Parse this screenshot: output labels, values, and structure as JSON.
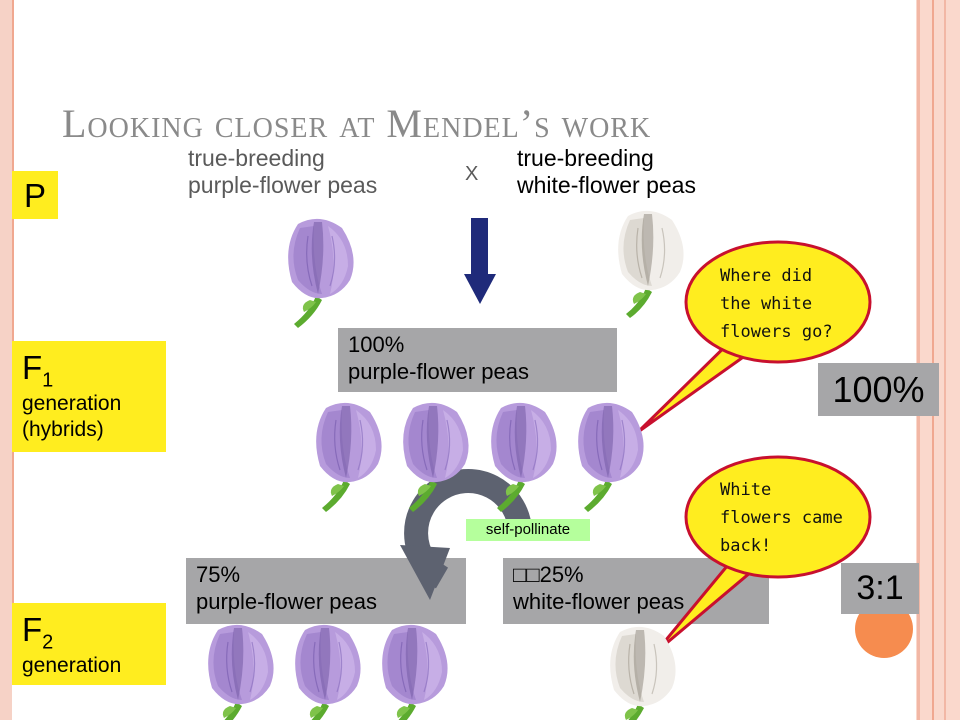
{
  "slide": {
    "title": "Looking closer at Mendel’s work"
  },
  "generations": {
    "p": {
      "symbol": "P"
    },
    "f1": {
      "symbol": "F",
      "subscript": "1",
      "line1": "generation",
      "line2": "(hybrids)"
    },
    "f2": {
      "symbol": "F",
      "subscript": "2",
      "line1": "generation"
    }
  },
  "cross": {
    "left_line1": "true-breeding",
    "left_line2": "purple-flower peas",
    "x_mark": "X",
    "right_line1": "true-breeding",
    "right_line2": "white-flower peas"
  },
  "f1_result": {
    "percent": "100%",
    "label": "purple-flower peas",
    "side_percent": "100%"
  },
  "self_pollinate_label": "self-pollinate",
  "f2_result": {
    "purple_percent": "75%",
    "purple_label": "purple-flower peas",
    "white_percent": "25%",
    "white_prefix": "□□",
    "white_label": "white-flower peas",
    "ratio": "3:1"
  },
  "bubbles": {
    "top": {
      "line1": "Where did",
      "line2": "the white",
      "line3": "flowers go?"
    },
    "bottom": {
      "line1": "White",
      "line2": "flowers came",
      "line3": "back!"
    }
  },
  "colors": {
    "label_yellow": "#ffed1f",
    "box_grey": "#a6a6a8",
    "arrow_navy": "#1f2a7a",
    "bubble_yellow": "#ffed1f",
    "bubble_red": "#c8102e",
    "self_pollinate_green": "#b5ff9c",
    "purple_flower": "#b99ad8",
    "white_flower": "#f2efe9",
    "accent_orange": "#f68c4f"
  }
}
